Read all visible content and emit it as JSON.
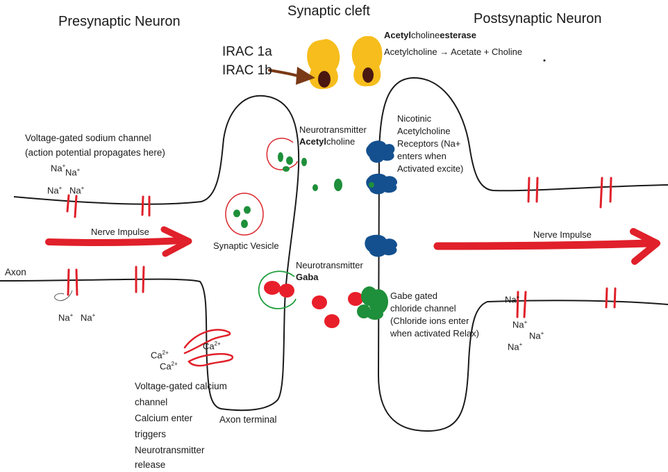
{
  "headings": {
    "presynaptic": "Presynaptic Neuron",
    "cleft": "Synaptic cleft",
    "postsynaptic": "Postsynaptic Neuron"
  },
  "irac": {
    "line1": "IRAC 1a",
    "line2": "IRAC 1b"
  },
  "enzyme": {
    "name_prefix": "Acetyl",
    "name_middle": "choline",
    "name_suffix": "esterase",
    "reaction": "Acetylcholine → Acetate + Choline"
  },
  "sodium_channel": {
    "line1": "Voltage-gated sodium channel",
    "line2": "(action potential propagates here)"
  },
  "ions": {
    "na": "Na",
    "ca": "Ca",
    "na_charge": "+",
    "ca_charge": "2+"
  },
  "neurotransmitter_ach": {
    "line1": "Neurotransmitter",
    "bold": "Acetyl",
    "rest": "choline"
  },
  "neurotransmitter_gaba": {
    "line1": "Neurotransmitter",
    "bold": "Gaba"
  },
  "nicotinic": {
    "line1": "Nicotinic",
    "line2": "Acetylcholine",
    "line3": "Receptors (Na+",
    "line4": "enters when",
    "line5": "Activated excite)"
  },
  "gaba_channel": {
    "line1": "Gabe gated",
    "line2": "chloride channel",
    "line3": "(Chloride ions enter",
    "line4": "when activated Relax)"
  },
  "labels": {
    "nerve_impulse_left": "Nerve Impulse",
    "nerve_impulse_right": "Nerve Impulse",
    "synaptic_vesicle": "Synaptic Vesicle",
    "axon": "Axon",
    "axon_terminal": "Axon terminal"
  },
  "calcium_channel": {
    "line1": "Voltage-gated calcium",
    "line2": "channel",
    "line3": "Calcium enter",
    "line4": "triggers",
    "line5": "Neurotransmitter",
    "line6": "release"
  },
  "colors": {
    "membrane": "#1a1a1a",
    "channel_red": "#e0202a",
    "vesicle_outline": "#d9262b",
    "ach_green": "#1e8f3a",
    "receptor_blue": "#14508f",
    "enzyme_yellow": "#f6bd1c",
    "enzyme_core": "#4a1810",
    "irac_arrow": "#7a3a17",
    "gaba_red": "#e81f2a",
    "gaba_vesicle_green": "#1f9e3c"
  }
}
